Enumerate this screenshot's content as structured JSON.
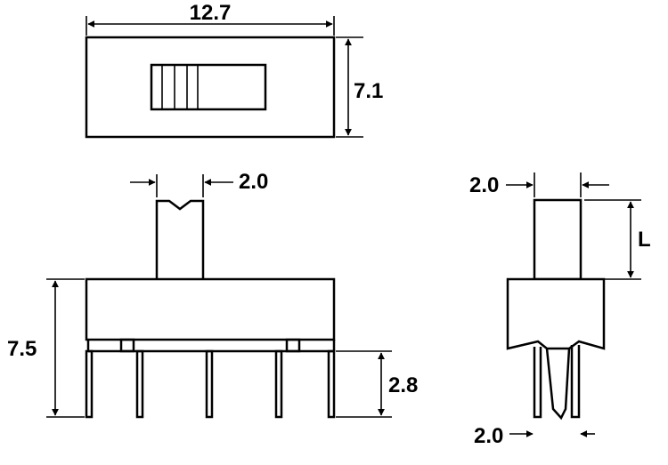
{
  "dimensions": {
    "top_width": "12.7",
    "top_height": "7.1",
    "front_actuator_width": "2.0",
    "front_height": "7.5",
    "front_pin_length": "2.8",
    "side_actuator_width": "2.0",
    "side_actuator_length": "L",
    "side_pin_pitch": "2.0"
  },
  "colors": {
    "line": "#000000",
    "background": "#ffffff"
  }
}
